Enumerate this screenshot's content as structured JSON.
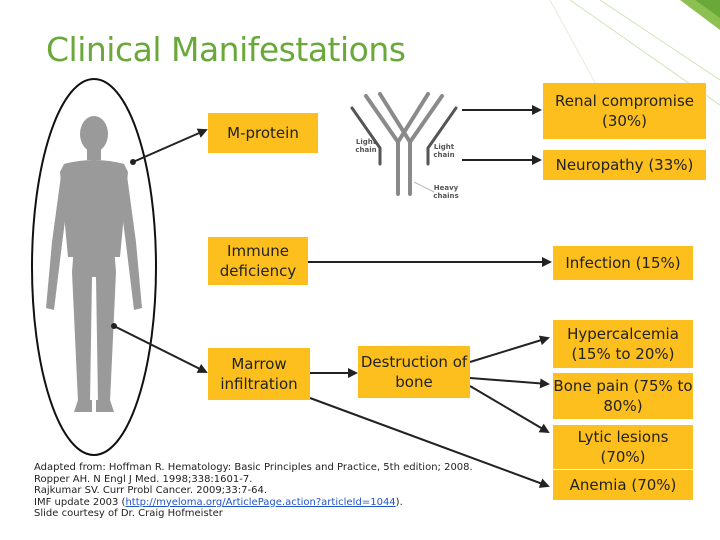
{
  "title": "Clinical Manifestations",
  "colors": {
    "title": "#6aa83a",
    "box": "#fcbf1e",
    "body": "#9a9a9a",
    "arrow": "#222222",
    "link": "#2255cc"
  },
  "left_boxes": {
    "mprotein": "M-protein",
    "immune": "Immune deficiency",
    "marrow": "Marrow infiltration",
    "destruction": "Destruction of bone"
  },
  "right_boxes": {
    "renal": "Renal compromise (30%)",
    "neuropathy": "Neuropathy (33%)",
    "infection": "Infection (15%)",
    "hypercalcemia": "Hypercalcemia (15% to 20%)",
    "bonepain": "Bone pain (75% to 80%)",
    "lytic": "Lytic lesions (70%)",
    "anemia": "Anemia (70%)"
  },
  "antibody_labels": {
    "light_left": "Light chain",
    "light_right": "Light chain",
    "heavy": "Heavy chains"
  },
  "icons": {
    "body": "human-body-silhouette",
    "antibody": "antibody-y-shape"
  },
  "references": {
    "line1": "Adapted from: Hoffman R. Hematology: Basic Principles and Practice, 5th edition; 2008.",
    "line2": "Ropper AH. N Engl J Med. 1998;338:1601-7.",
    "line3": "Rajkumar SV. Curr Probl Cancer. 2009;33:7-64.",
    "line4_prefix": "IMF update 2003 (",
    "line4_link": "http://myeloma.org/ArticlePage.action?articleId=1044",
    "line4_suffix": ").",
    "line5": "Slide courtesy of Dr. Craig Hofmeister"
  }
}
